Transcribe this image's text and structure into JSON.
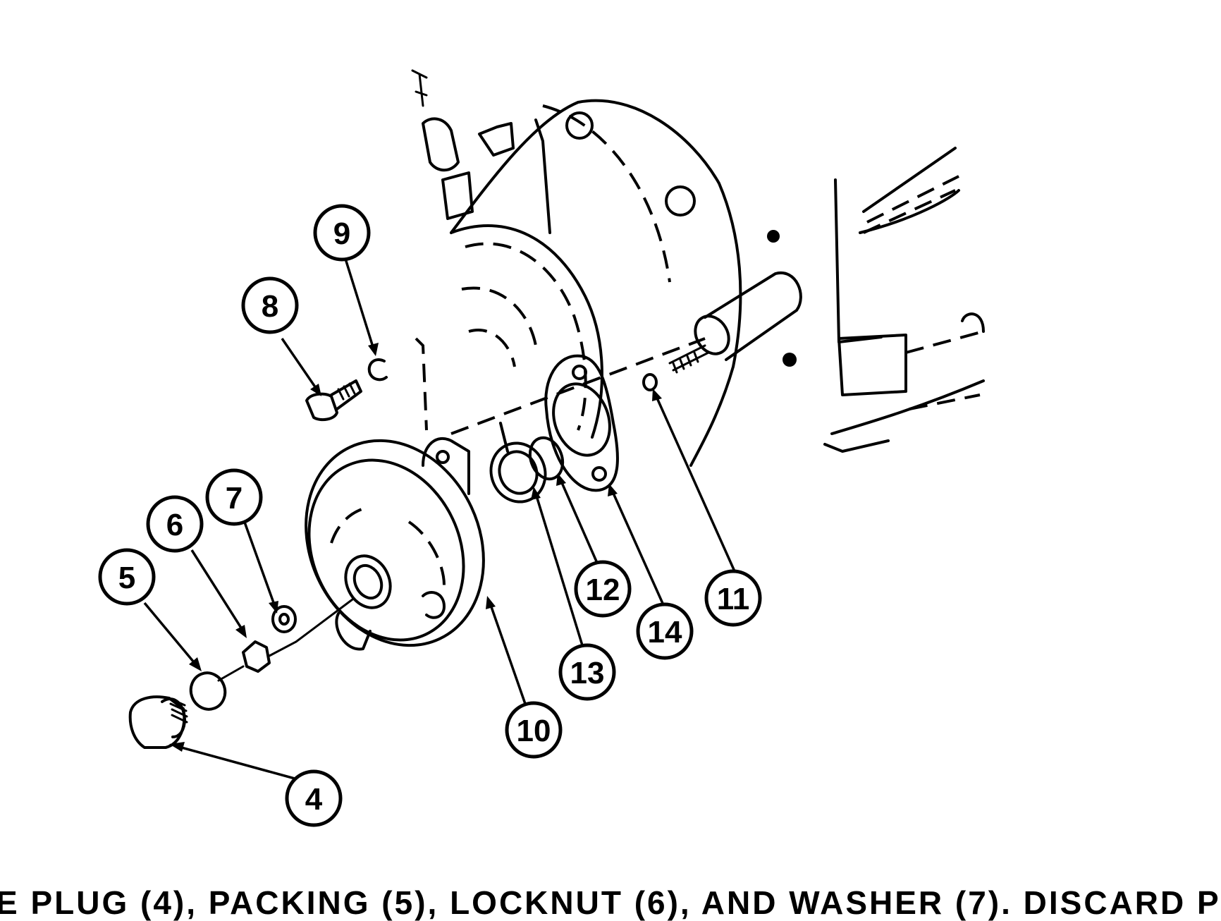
{
  "callouts": [
    {
      "id": "4",
      "label": "4"
    },
    {
      "id": "5",
      "label": "5"
    },
    {
      "id": "6",
      "label": "6"
    },
    {
      "id": "7",
      "label": "7"
    },
    {
      "id": "8",
      "label": "8"
    },
    {
      "id": "9",
      "label": "9"
    },
    {
      "id": "10",
      "label": "10"
    },
    {
      "id": "11",
      "label": "11"
    },
    {
      "id": "12",
      "label": "12"
    },
    {
      "id": "13",
      "label": "13"
    },
    {
      "id": "14",
      "label": "14"
    }
  ],
  "caption": "E PLUG (4), PACKING (5), LOCKNUT (6), AND WASHER (7). DISCARD P"
}
